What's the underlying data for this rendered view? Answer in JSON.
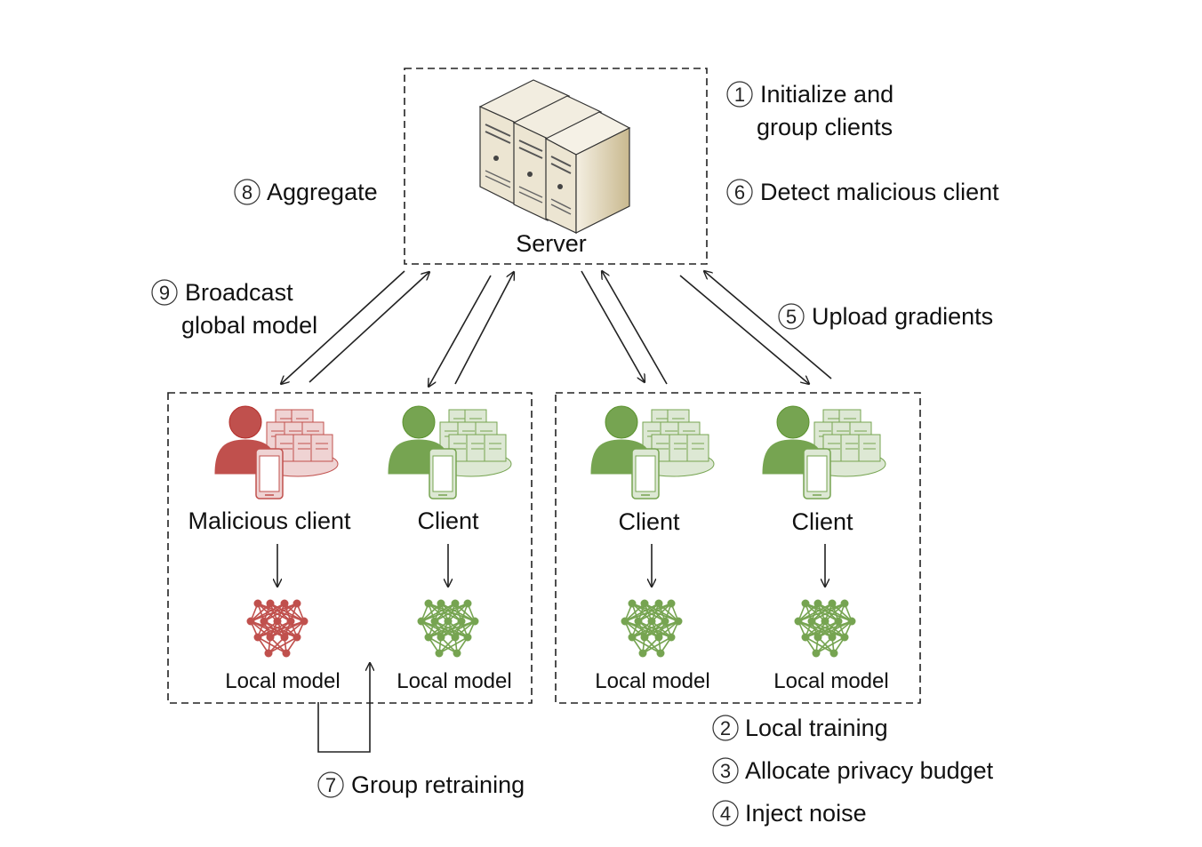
{
  "server": {
    "label": "Server"
  },
  "steps": {
    "s1": {
      "num": "1",
      "line1": "Initialize and",
      "line2": "group clients"
    },
    "s6": {
      "num": "6",
      "text": "Detect malicious client"
    },
    "s8": {
      "num": "8",
      "text": "Aggregate"
    },
    "s9": {
      "num": "9",
      "line1": "Broadcast",
      "line2": "global model"
    },
    "s5": {
      "num": "5",
      "text": "Upload gradients"
    },
    "s7": {
      "num": "7",
      "text": "Group retraining"
    },
    "s2": {
      "num": "2",
      "text": "Local training"
    },
    "s3": {
      "num": "3",
      "text": "Allocate privacy budget"
    },
    "s4": {
      "num": "4",
      "text": "Inject noise"
    }
  },
  "clients": [
    {
      "label": "Malicious client",
      "model": "Local model",
      "color": "#c0504d"
    },
    {
      "label": "Client",
      "model": "Local model",
      "color": "#76a451"
    },
    {
      "label": "Client",
      "model": "Local model",
      "color": "#76a451"
    },
    {
      "label": "Client",
      "model": "Local model",
      "color": "#76a451"
    }
  ],
  "colors": {
    "malicious": "#c0504d",
    "benign": "#76a451",
    "server": "#d8cfb8"
  }
}
